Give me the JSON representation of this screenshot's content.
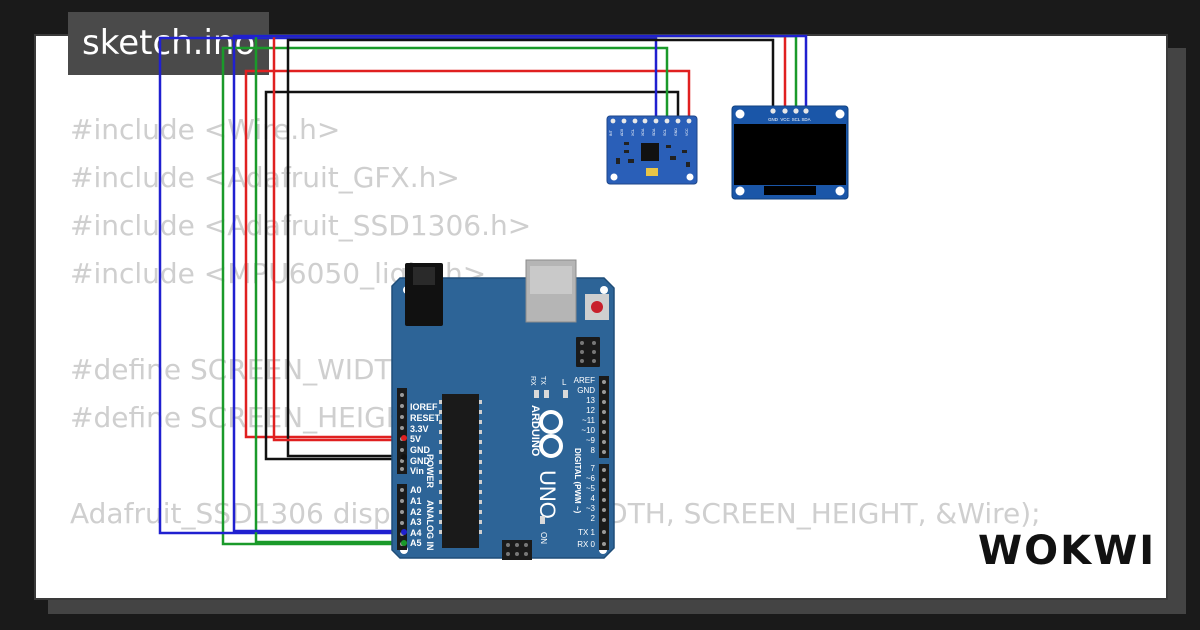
{
  "file_tab": {
    "label": "sketch.ino"
  },
  "code_lines": [
    "#include <Wire.h>",
    "#include <Adafruit_GFX.h>",
    "#include <Adafruit_SSD1306.h>",
    "#include <MPU6050_light.h>",
    "",
    "#define SCREEN_WIDTH 128",
    "#define SCREEN_HEIGHT 64",
    "",
    "Adafruit_SSD1306 display(SCREEN_WIDTH, SCREEN_HEIGHT, &Wire);"
  ],
  "brand": {
    "label": "WOKWI"
  },
  "arduino": {
    "logo_text": "ARDUINO",
    "model": "UNO",
    "power_header": "POWER",
    "analog_header": "ANALOG IN",
    "digital_header": "DIGITAL (PWM ~)",
    "on_label": "ON",
    "l_label": "L",
    "tx_label": "TX",
    "rx_label": "RX",
    "power_pins": [
      "IOREF",
      "RESET",
      "3.3V",
      "5V",
      "GND",
      "GND",
      "Vin"
    ],
    "analog_pins": [
      "A0",
      "A1",
      "A2",
      "A3",
      "A4",
      "A5"
    ],
    "digital_pins_top": [
      "AREF",
      "GND",
      "13",
      "12",
      "~11",
      "~10",
      "~9",
      "8"
    ],
    "digital_pins_bottom": [
      "7",
      "~6",
      "~5",
      "4",
      "~3",
      "2",
      "TX 1",
      "RX 0"
    ]
  },
  "mpu6050": {
    "pin_labels": [
      "INT",
      "AD0",
      "XCL",
      "XDA",
      "SDA",
      "SCL",
      "GND",
      "VCC"
    ]
  },
  "oled": {
    "pin_labels": [
      "GND",
      "VCC",
      "SCL",
      "SDA"
    ]
  },
  "wire_colors": {
    "vcc": "#e02020",
    "gnd": "#111111",
    "sda": "#2020d0",
    "scl": "#1a9a2a"
  }
}
